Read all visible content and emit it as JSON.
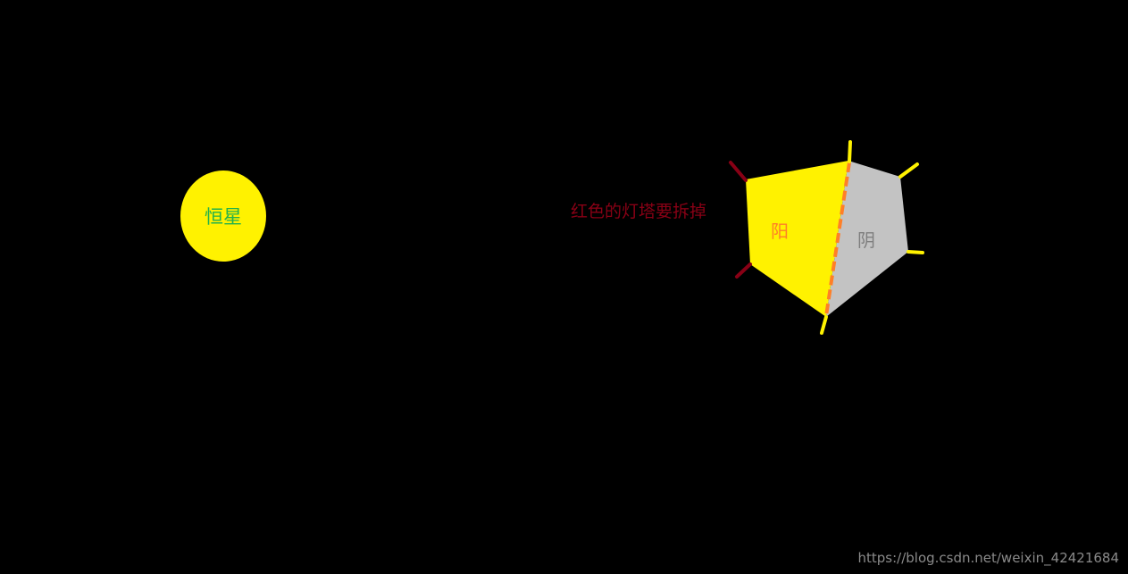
{
  "diagram": {
    "star": {
      "label": "恒星",
      "fill_color": "#FFF200",
      "label_color": "#22B14C"
    },
    "annotation": {
      "text": "红色的灯塔要拆掉",
      "color": "#880015"
    },
    "planet": {
      "lit_side_label": "阳",
      "dark_side_label": "阴",
      "lit_color": "#FFF200",
      "dark_color": "#C3C3C3",
      "lit_label_color": "#FF7F27",
      "dark_label_color": "#7F7F7F",
      "terminator_color": "#FF7F27",
      "removed_lighthouse_color": "#880015",
      "kept_lighthouse_color": "#FFF200"
    },
    "watermark": "https://blog.csdn.net/weixin_42421684"
  }
}
